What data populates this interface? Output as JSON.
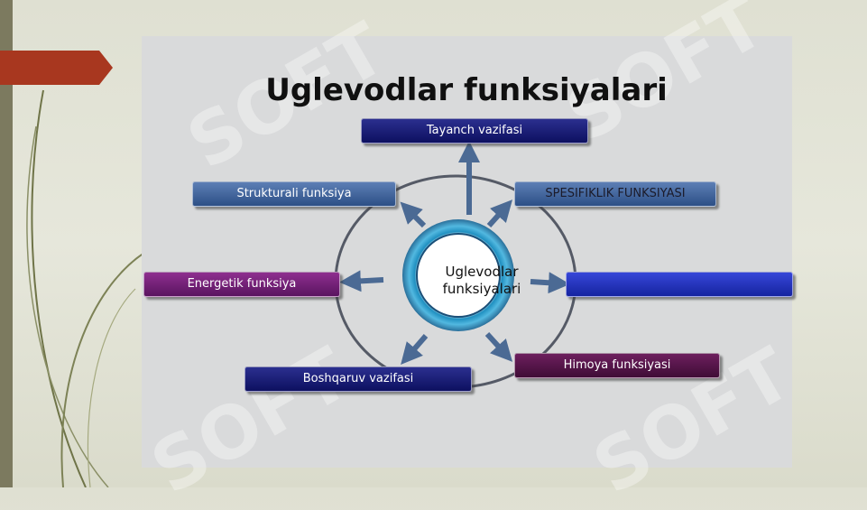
{
  "slide": {
    "title": "Uglevodlar funksiyalari",
    "center": "Uglevodlar funksiyalari",
    "nodes": {
      "top": "Tayanch vazifasi",
      "upper_left": "Strukturali funksiya",
      "upper_right": "SPESIFIKLIK FUNKSIYASI",
      "left": "Energetik funksiya",
      "right": "",
      "lower_left": "Boshqaruv vazifasi",
      "lower_right": "Himoya funksiyasi"
    },
    "watermark": "SOFT"
  },
  "colors": {
    "accent_red": "#a8371f",
    "navy": "#0d1060",
    "royal_blue": "#1624a0",
    "steel_blue": "#2c4f86",
    "purple": "#5a1460",
    "ring": "#2f9fc8"
  }
}
